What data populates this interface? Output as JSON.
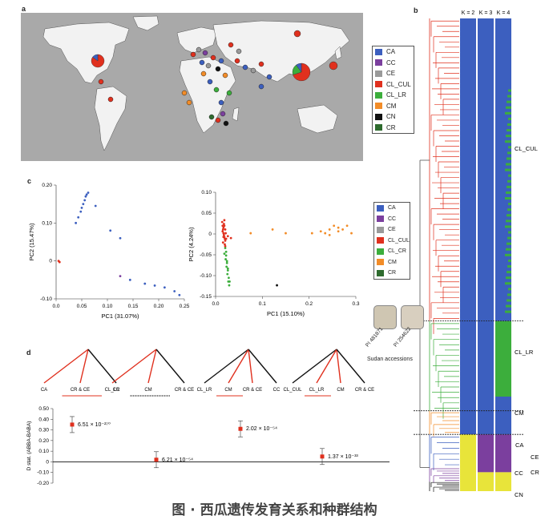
{
  "panel_labels": {
    "a": "a",
    "b": "b",
    "c": "c",
    "d": "d"
  },
  "colors": {
    "CA": "#3c5fbf",
    "CC": "#7b3f9e",
    "CE": "#9a9a9a",
    "CL_CUL": "#e0301e",
    "CL_LR": "#3cae3c",
    "CM": "#f28c28",
    "CN": "#111111",
    "CR": "#2e6b2e",
    "K_yellow": "#e8e43a"
  },
  "legend_map": [
    "CA",
    "CC",
    "CE",
    "CL_CUL",
    "CL_LR",
    "CM",
    "CN",
    "CR"
  ],
  "legend_pca": [
    "CA",
    "CC",
    "CE",
    "CL_CUL",
    "CL_CR",
    "CM",
    "CR"
  ],
  "k_labels": [
    "K = 2",
    "K = 3",
    "K = 4"
  ],
  "tree_labels": {
    "cl_cul": "CL_CUL",
    "cl_lr": "CL_LR",
    "cm": "CM",
    "ca": "CA",
    "ce": "CE",
    "cr": "CR",
    "cc": "CC",
    "cn": "CN"
  },
  "accessions": {
    "left": "PI 481871",
    "right": "PI 254622",
    "caption": "Sudan accessions"
  },
  "topologies": [
    [
      "CA",
      "CR & CE",
      "CC"
    ],
    [
      "CL_LR",
      "CM",
      "CR & CE"
    ],
    [
      "CL_LR",
      "CM",
      "CR & CE",
      "CC"
    ],
    [
      "CL_CUL",
      "CL_LR",
      "CM",
      "CR & CE"
    ]
  ],
  "chart_data": [
    {
      "type": "scatter",
      "xlabel": "PC1 (31.07%)",
      "ylabel": "PC2 (15.47%)",
      "xlim": [
        -0.01,
        0.25
      ],
      "ylim": [
        -0.1,
        0.2
      ],
      "xticks": [
        "0.0",
        "0.05",
        "0.10",
        "0.15",
        "0.20",
        "0.25"
      ],
      "yticks": [
        "0.20",
        "0.10",
        "0",
        "-0.10"
      ],
      "series": [
        {
          "name": "CA",
          "x": [
            0.03,
            0.035,
            0.04,
            0.042,
            0.045,
            0.048,
            0.05,
            0.052,
            0.055,
            0.07,
            0.1,
            0.12,
            0.14,
            0.17,
            0.19,
            0.21,
            0.23,
            0.24
          ],
          "y": [
            0.1,
            0.115,
            0.13,
            0.14,
            0.15,
            0.16,
            0.17,
            0.175,
            0.18,
            0.145,
            0.08,
            0.06,
            -0.05,
            -0.06,
            -0.065,
            -0.07,
            -0.08,
            -0.09
          ]
        },
        {
          "name": "CL_CUL",
          "x": [
            -0.005,
            -0.003
          ],
          "y": [
            0.0,
            -0.003
          ]
        },
        {
          "name": "CC",
          "x": [
            0.12
          ],
          "y": [
            -0.04
          ]
        }
      ]
    },
    {
      "type": "scatter",
      "xlabel": "PC1 (15.10%)",
      "ylabel": "PC2 (4.24%)",
      "xlim": [
        -0.02,
        0.3
      ],
      "ylim": [
        -0.16,
        0.12
      ],
      "xticks": [
        "0.0",
        "0.1",
        "0.2",
        "0.3"
      ],
      "yticks": [
        "0.10",
        "0.05",
        "0",
        "-0.05",
        "-0.10",
        "-0.15"
      ],
      "series": [
        {
          "name": "CL_CUL",
          "x": [
            -0.005,
            -0.004,
            -0.003,
            -0.002,
            -0.001,
            0.0,
            0.001,
            0.002,
            -0.004,
            -0.002,
            0.0,
            0.002,
            -0.003,
            0.001,
            -0.001,
            0.003,
            0.004,
            0.0,
            -0.002,
            0.002,
            0.008,
            0.015
          ],
          "y": [
            0.04,
            0.03,
            0.02,
            0.01,
            0.005,
            0.0,
            -0.005,
            -0.01,
            0.015,
            0.025,
            0.03,
            0.02,
            -0.015,
            -0.02,
            0.035,
            0.01,
            -0.005,
            0.045,
            0.0,
            -0.025,
            0.002,
            -0.003
          ]
        },
        {
          "name": "CL_LR",
          "x": [
            0.002,
            0.004,
            0.006,
            0.008,
            0.01,
            0.012,
            0.003,
            0.005,
            0.007,
            0.009,
            0.011,
            0.004,
            0.006,
            0.008,
            0.0
          ],
          "y": [
            -0.03,
            -0.05,
            -0.07,
            -0.09,
            -0.11,
            -0.12,
            -0.06,
            -0.08,
            -0.1,
            -0.12,
            -0.13,
            -0.04,
            -0.065,
            -0.085,
            -0.045
          ]
        },
        {
          "name": "CM",
          "x": [
            0.06,
            0.11,
            0.14,
            0.2,
            0.22,
            0.23,
            0.24,
            0.25,
            0.26,
            0.27,
            0.28,
            0.29,
            0.26,
            0.24
          ],
          "y": [
            0.01,
            0.02,
            0.01,
            0.01,
            0.015,
            0.01,
            0.02,
            0.03,
            0.025,
            0.02,
            0.03,
            0.01,
            0.015,
            0.005
          ]
        },
        {
          "name": "CN",
          "x": [
            0.12
          ],
          "y": [
            -0.13
          ]
        }
      ]
    },
    {
      "type": "scatter",
      "ylabel": "D stat. (ABBA-BABA)",
      "ylim": [
        -0.2,
        0.5
      ],
      "yticks": [
        "0.50",
        "0.40",
        "0.30",
        "0.20",
        "0.10",
        "0",
        "-0.10",
        "-0.20"
      ],
      "series": [
        {
          "values": [
            0.35,
            0.02,
            0.31,
            0.05
          ],
          "labels": [
            "6.51 × 10⁻²⁷⁰",
            "6.21 × 10⁻⁵⁴",
            "2.02 × 10⁻⁵⁴",
            "1.37 × 10⁻³³"
          ]
        }
      ]
    }
  ],
  "caption": "图 · 西瓜遗传发育关系和种群结构"
}
